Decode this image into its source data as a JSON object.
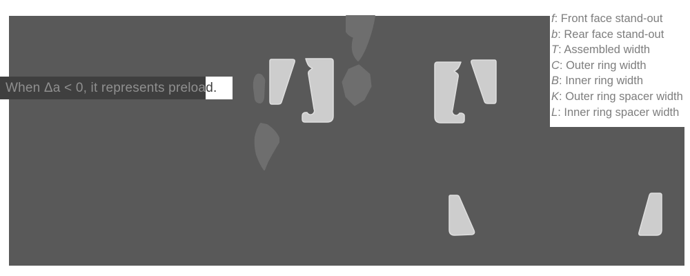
{
  "colors": {
    "page_bg": "#ffffff",
    "canvas_bg": "#595959",
    "shape_light": "#cdcdcd",
    "shape_light_edge": "#dfdfdf",
    "shape_mid": "#6e6e6e",
    "legend_text": "#7d7d7d",
    "caption_bar_bg": "#3f3f3f",
    "caption_text_on_bar": "#8f8f8f",
    "caption_tail_text": "#3f3f3f"
  },
  "caption": {
    "highlighted": "When Δa < 0, it represents preloa",
    "tail": "d."
  },
  "legend": {
    "separator": ": ",
    "items": [
      {
        "symbol": "f",
        "desc": "Front face stand-out"
      },
      {
        "symbol": "b",
        "desc": "Rear face stand-out"
      },
      {
        "symbol": "T",
        "desc": "Assembled width"
      },
      {
        "symbol": "C",
        "desc": "Outer ring width"
      },
      {
        "symbol": "B",
        "desc": "Inner ring width"
      },
      {
        "symbol": "K",
        "desc": "Outer ring spacer width"
      },
      {
        "symbol": "L",
        "desc": "Inner ring spacer width"
      }
    ]
  }
}
